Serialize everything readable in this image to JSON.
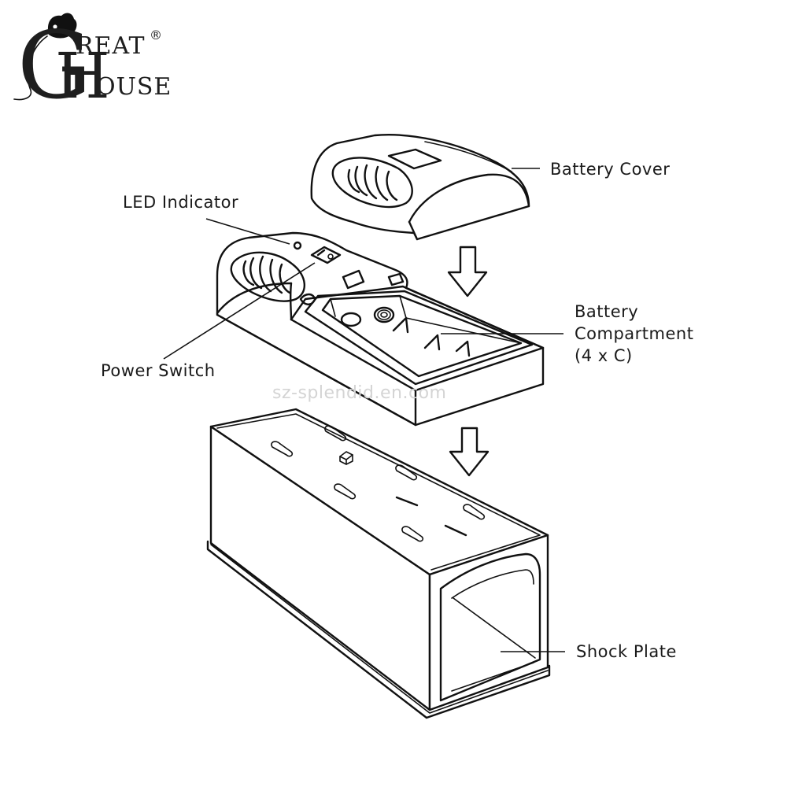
{
  "logo": {
    "big_g": "G",
    "line1": "REAT",
    "big_h": "H",
    "line2": "OUSE",
    "registered": "®"
  },
  "watermark": "sz-splendid.en.com",
  "labels": {
    "battery_cover": "Battery Cover",
    "led_indicator": "LED Indicator",
    "battery_compartment_line1": "Battery",
    "battery_compartment_line2": "Compartment",
    "battery_compartment_line3": "(4 x C)",
    "power_switch": "Power Switch",
    "shock_plate": "Shock Plate"
  },
  "icons": {
    "assembly_arrow": "down-arrow-icon",
    "logo_mouse": "mouse-icon"
  }
}
